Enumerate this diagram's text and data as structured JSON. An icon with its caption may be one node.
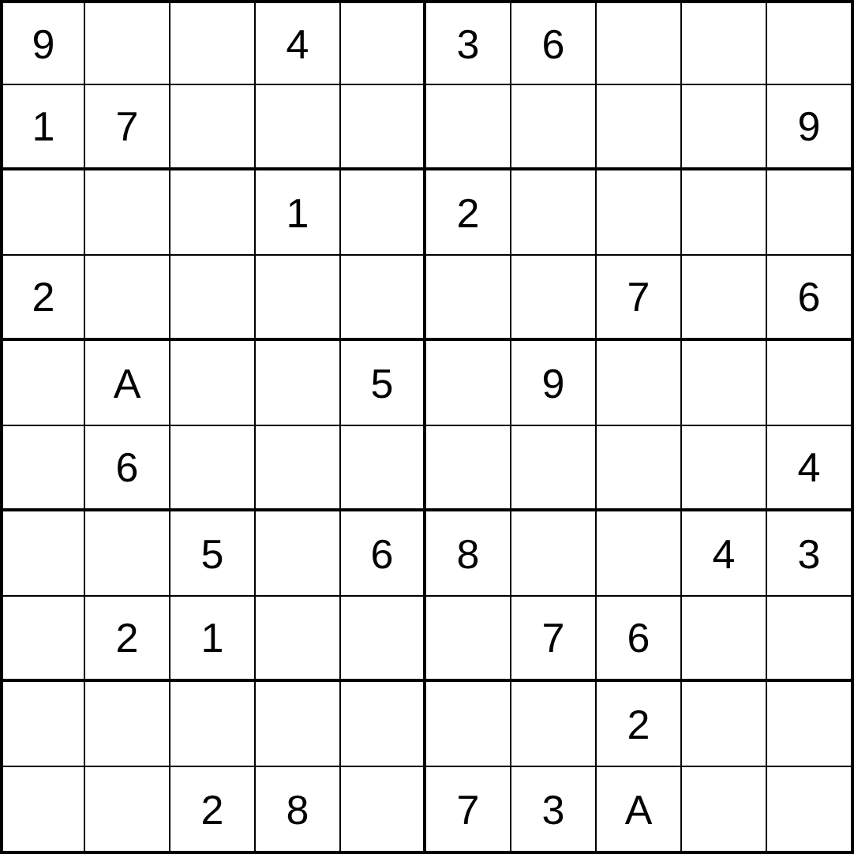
{
  "diagram": {
    "nodes": [
      {
        "text": [
          "9"
        ]
      },
      {
        "text": [],
        "shape": "box"
      },
      {
        "text": [],
        "shape": "box"
      },
      {
        "text": [
          "4"
        ]
      },
      {
        "text": [],
        "shape": "box"
      },
      {
        "text": [
          "3"
        ]
      },
      {
        "text": [
          "6"
        ]
      },
      {
        "text": [],
        "shape": "box"
      },
      {
        "text": [],
        "shape": "box"
      },
      {
        "text": [],
        "shape": "box"
      },
      {
        "text": [
          "1"
        ]
      },
      {
        "text": [
          "7"
        ]
      },
      {
        "text": [],
        "shape": "box"
      },
      {
        "text": [],
        "shape": "box"
      },
      {
        "text": [],
        "shape": "box"
      },
      {
        "text": [],
        "shape": "box"
      },
      {
        "text": [],
        "shape": "box"
      },
      {
        "text": [],
        "shape": "box"
      },
      {
        "text": [],
        "shape": "box"
      },
      {
        "text": [
          "9"
        ]
      },
      {
        "text": [],
        "shape": "box"
      },
      {
        "text": [],
        "shape": "box"
      },
      {
        "text": [],
        "shape": "box"
      },
      {
        "text": [
          "1"
        ]
      },
      {
        "text": [],
        "shape": "box"
      },
      {
        "text": [
          "2"
        ]
      },
      {
        "text": [],
        "shape": "box"
      },
      {
        "text": [],
        "shape": "box"
      },
      {
        "text": [],
        "shape": "box"
      },
      {
        "text": [],
        "shape": "box"
      },
      {
        "text": [
          "2"
        ]
      },
      {
        "text": [],
        "shape": "box"
      },
      {
        "text": [],
        "shape": "box"
      },
      {
        "text": [],
        "shape": "box"
      },
      {
        "text": [],
        "shape": "box"
      },
      {
        "text": [],
        "shape": "box"
      },
      {
        "text": [],
        "shape": "box"
      },
      {
        "text": [
          "7"
        ]
      },
      {
        "text": [],
        "shape": "box"
      },
      {
        "text": [
          "6"
        ]
      },
      {
        "text": [],
        "shape": "box"
      },
      {
        "text": [
          "A"
        ]
      },
      {
        "text": [],
        "shape": "box"
      },
      {
        "text": [],
        "shape": "box"
      },
      {
        "text": [
          "5"
        ]
      },
      {
        "text": [],
        "shape": "box"
      },
      {
        "text": [
          "9"
        ]
      },
      {
        "text": [],
        "shape": "box"
      },
      {
        "text": [],
        "shape": "box"
      },
      {
        "text": [],
        "shape": "box"
      },
      {
        "text": [],
        "shape": "box"
      },
      {
        "text": [
          "6"
        ]
      },
      {
        "text": [],
        "shape": "box"
      },
      {
        "text": [],
        "shape": "box"
      },
      {
        "text": [],
        "shape": "box"
      },
      {
        "text": [],
        "shape": "box"
      },
      {
        "text": [],
        "shape": "box"
      },
      {
        "text": [],
        "shape": "box"
      },
      {
        "text": [],
        "shape": "box"
      },
      {
        "text": [
          "4"
        ]
      },
      {
        "text": [],
        "shape": "box"
      },
      {
        "text": [],
        "shape": "box"
      },
      {
        "text": [
          "5"
        ]
      },
      {
        "text": [],
        "shape": "box"
      },
      {
        "text": [
          "6"
        ]
      },
      {
        "text": [
          "8"
        ]
      },
      {
        "text": [],
        "shape": "box"
      },
      {
        "text": [],
        "shape": "box"
      },
      {
        "text": [
          "4"
        ]
      },
      {
        "text": [
          "3"
        ]
      },
      {
        "text": [],
        "shape": "box"
      },
      {
        "text": [
          "2"
        ]
      },
      {
        "text": [
          "1"
        ]
      },
      {
        "text": [],
        "shape": "box"
      },
      {
        "text": [],
        "shape": "box"
      },
      {
        "text": [],
        "shape": "box"
      },
      {
        "text": [
          "7"
        ]
      },
      {
        "text": [
          "6"
        ]
      },
      {
        "text": [],
        "shape": "box"
      },
      {
        "text": [],
        "shape": "box"
      },
      {
        "text": [],
        "shape": "box"
      },
      {
        "text": [],
        "shape": "box"
      },
      {
        "text": [],
        "shape": "box"
      },
      {
        "text": [],
        "shape": "box"
      },
      {
        "text": [],
        "shape": "box"
      },
      {
        "text": [],
        "shape": "box"
      },
      {
        "text": [],
        "shape": "box"
      },
      {
        "text": [
          "2"
        ]
      },
      {
        "text": [],
        "shape": "box"
      },
      {
        "text": [],
        "shape": "box"
      },
      {
        "text": [],
        "shape": "box"
      },
      {
        "text": [],
        "shape": "box"
      },
      {
        "text": [
          "2"
        ]
      },
      {
        "text": [
          "8"
        ]
      },
      {
        "text": [],
        "shape": "box"
      },
      {
        "text": [
          "7"
        ]
      },
      {
        "text": [
          "3"
        ]
      },
      {
        "text": [
          "A"
        ]
      },
      {
        "text": [],
        "shape": "box"
      },
      {
        "text": [],
        "shape": "box"
      }
    ]
  }
}
